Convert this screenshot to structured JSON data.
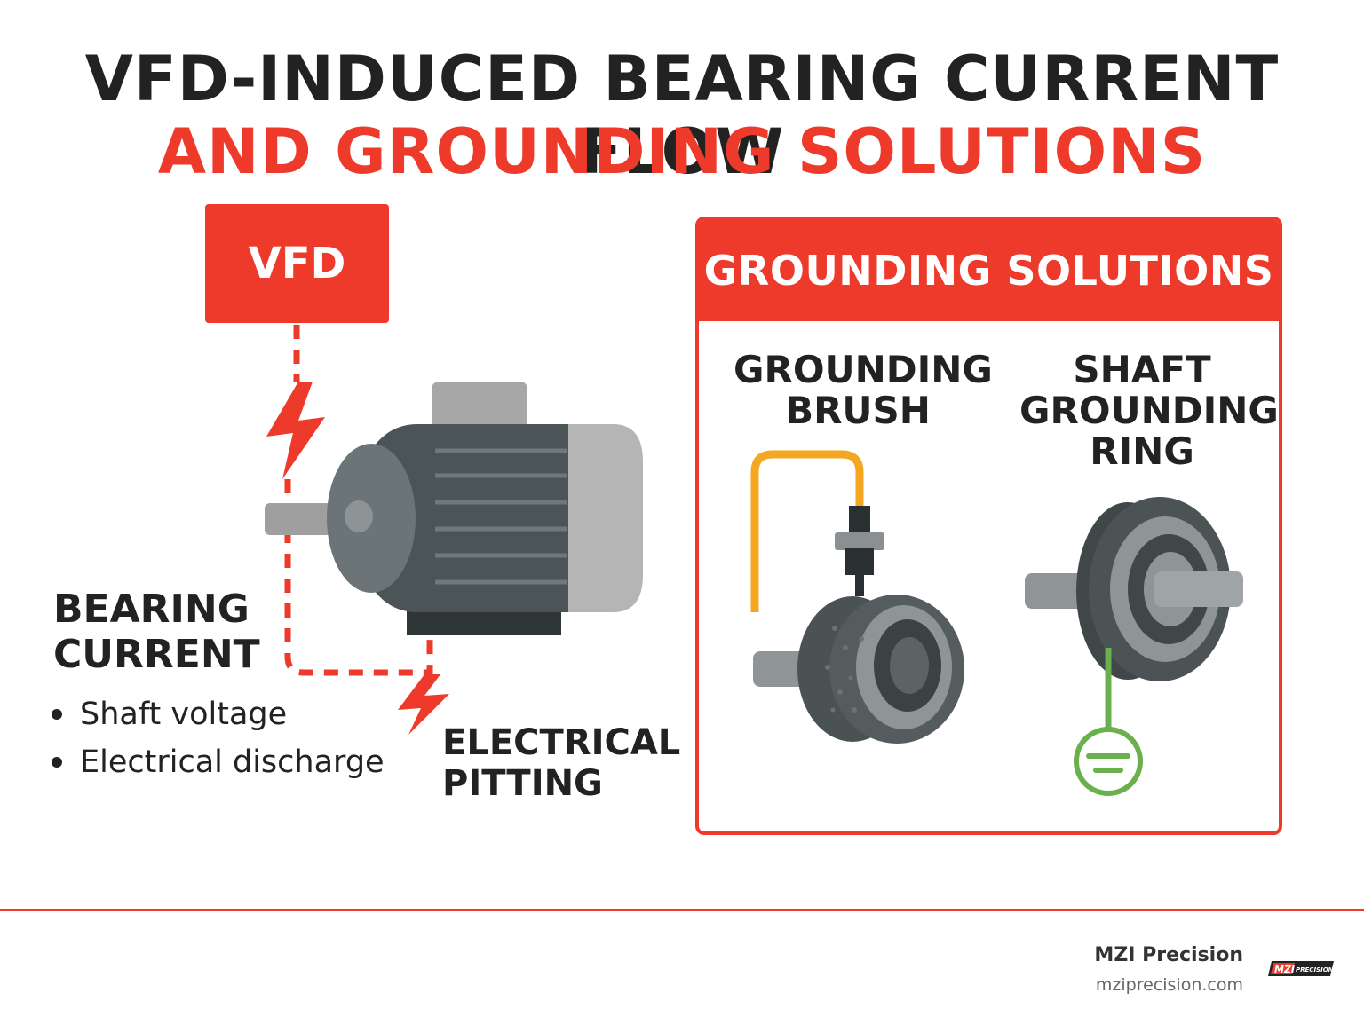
{
  "title": {
    "line1": "VFD-INDUCED BEARING CURRENT FLOW",
    "line2": "AND GROUNDING SOLUTIONS"
  },
  "vfd": {
    "label": "VFD"
  },
  "bearing_current": {
    "heading": "BEARING\nCURRENT",
    "bullets": [
      "Shaft voltage",
      "Electrical discharge"
    ]
  },
  "electrical_pitting": {
    "label": "ELECTRICAL\nPITTING"
  },
  "solutions": {
    "header": "GROUNDING SOLUTIONS",
    "items": [
      {
        "title": "GROUNDING\nBRUSH"
      },
      {
        "title": "SHAFT\nGROUNDING\nRING"
      }
    ]
  },
  "footer": {
    "brand": "MZI Precision",
    "url": "mziprecision.com",
    "logo_text": "MZI PRECISION"
  },
  "colors": {
    "accent": "#ee3a2b",
    "dark": "#222222",
    "motor_dark": "#4b5557",
    "motor_light": "#a8a8a8",
    "wire": "#f5a623",
    "ground": "#6ab04c"
  },
  "icons": [
    "lightning-bolt-icon",
    "electric-motor-icon",
    "grounding-brush-icon",
    "shaft-grounding-ring-icon",
    "ground-symbol-icon",
    "mzi-logo-icon"
  ]
}
